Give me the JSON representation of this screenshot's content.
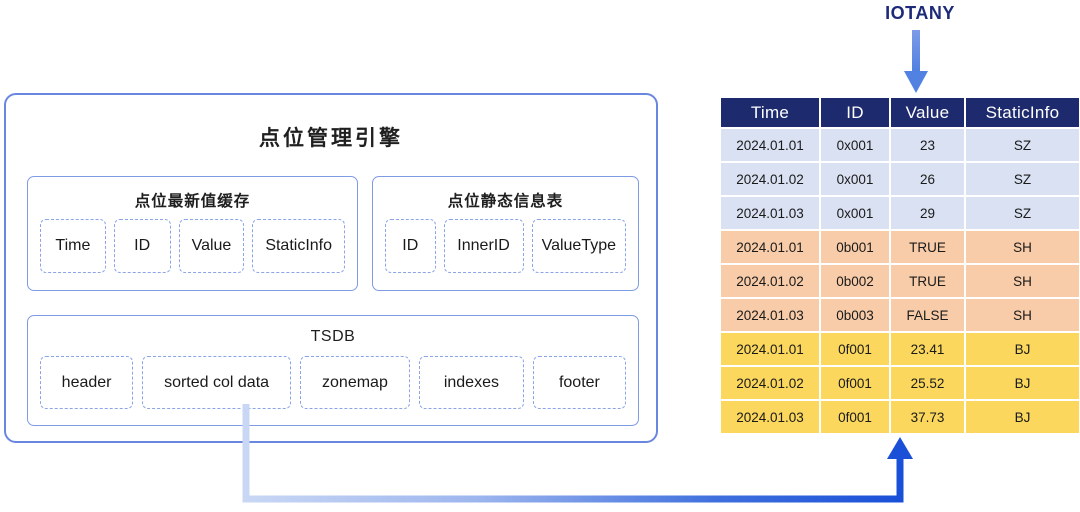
{
  "engine": {
    "title": "点位管理引擎",
    "cache": {
      "title": "点位最新值缓存",
      "fields": [
        "Time",
        "ID",
        "Value",
        "StaticInfo"
      ]
    },
    "static_info": {
      "title": "点位静态信息表",
      "fields": [
        "ID",
        "InnerID",
        "ValueType"
      ]
    },
    "tsdb": {
      "title": "TSDB",
      "fields": [
        "header",
        "sorted col data",
        "zonemap",
        "indexes",
        "footer"
      ]
    }
  },
  "annotation": {
    "iotany_label": "IOTANY",
    "down_arrow_icon": "arrow-down-icon",
    "feedback_arrow_icon": "arrow-up-icon"
  },
  "table": {
    "columns": [
      "Time",
      "ID",
      "Value",
      "StaticInfo"
    ],
    "rows": [
      {
        "group": "blue",
        "cells": [
          "2024.01.01",
          "0x001",
          "23",
          "SZ"
        ]
      },
      {
        "group": "blue",
        "cells": [
          "2024.01.02",
          "0x001",
          "26",
          "SZ"
        ]
      },
      {
        "group": "blue",
        "cells": [
          "2024.01.03",
          "0x001",
          "29",
          "SZ"
        ]
      },
      {
        "group": "orange",
        "cells": [
          "2024.01.01",
          "0b001",
          "TRUE",
          "SH"
        ]
      },
      {
        "group": "orange",
        "cells": [
          "2024.01.02",
          "0b002",
          "TRUE",
          "SH"
        ]
      },
      {
        "group": "orange",
        "cells": [
          "2024.01.03",
          "0b003",
          "FALSE",
          "SH"
        ]
      },
      {
        "group": "yellow",
        "cells": [
          "2024.01.01",
          "0f001",
          "23.41",
          "BJ"
        ]
      },
      {
        "group": "yellow",
        "cells": [
          "2024.01.02",
          "0f001",
          "25.52",
          "BJ"
        ]
      },
      {
        "group": "yellow",
        "cells": [
          "2024.01.03",
          "0f001",
          "37.73",
          "BJ"
        ]
      }
    ]
  },
  "colors": {
    "header_navy": "#1D2A6E",
    "row_blue": "#D9E1F3",
    "row_orange": "#F8CCA8",
    "row_yellow": "#FBD85D",
    "panel_border": "#6987E0",
    "dashed_border": "#8BA4E8",
    "arrow_blue": "#1A50D8",
    "label_navy": "#1D2A7A"
  }
}
